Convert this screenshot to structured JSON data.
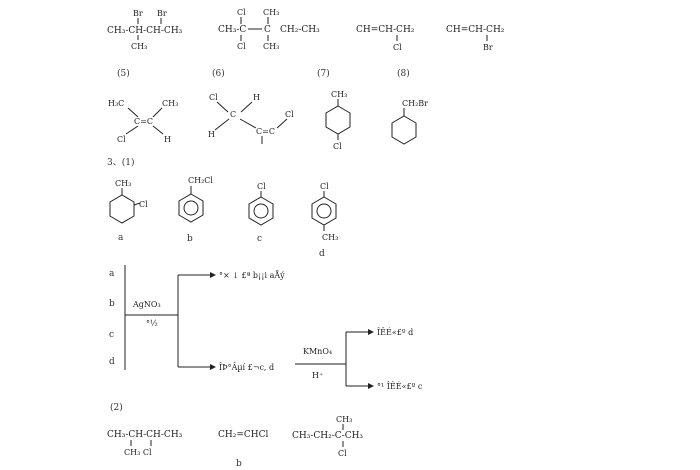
{
  "row1": {
    "s5": {
      "br1": "Br",
      "br2": "Br",
      "main": "CH₃-CH-CH-CH₃",
      "ch3": "CH₃"
    },
    "s6": {
      "cl_top": "Cl",
      "ch3_top": "CH₃",
      "left": "CH₃-C",
      "mid": "C",
      "right": "CH₂-CH₃",
      "cl_bot": "Cl",
      "ch3_bot": "CH₃"
    },
    "s7": {
      "main": "CH=CH-CH₂",
      "cl": "Cl"
    },
    "s8": {
      "main": "CH=CH-CH₂",
      "br": "Br"
    }
  },
  "labels_row1": [
    "(5)",
    "(6)",
    "(7)",
    "(8)"
  ],
  "row2": {
    "a": {
      "h3c": "H₃C",
      "ch3": "CH₃",
      "c": "C=C",
      "cl": "Cl",
      "h": "H"
    },
    "b": {
      "cl1": "Cl",
      "h1": "H",
      "h2": "H",
      "cl2": "Cl",
      "c": "C",
      "cc": "C=C"
    },
    "c": {
      "ch3": "CH₃",
      "cl": "Cl"
    },
    "d": {
      "ch2br": "CH₂Br"
    }
  },
  "section3": "3、(1)",
  "row3": {
    "a": {
      "ch3": "CH₃",
      "cl": "Cl",
      "label": "a"
    },
    "b": {
      "ch2cl": "CH₂Cl",
      "label": "b"
    },
    "c": {
      "cl": "Cl",
      "label": "c"
    },
    "d": {
      "cl": "Cl",
      "ch3": "CH₃",
      "label": "d"
    }
  },
  "scheme": {
    "letters": [
      "a",
      "b",
      "c",
      "d"
    ],
    "reagent": "AgNO₃",
    "reagent_sub": "°½",
    "top_product": "°× ↓ £ª b¡¡i  aÅý",
    "bottom_product": "ÎÞ°Âµí £¬c, d",
    "kmno4": "KMnO₄",
    "hplus": "H⁺",
    "out1": "ÎÊÉ«£º d",
    "out2": "°¹ ÎÊÉ«£º c"
  },
  "section2": "(2)",
  "row4": {
    "a": {
      "main": "CH₃-CH-CH-CH₃",
      "sub": "CH₃ Cl"
    },
    "b": {
      "main": "CH₂=CHCl",
      "label": "b"
    },
    "c": {
      "ch3": "CH₃",
      "left": "CH₃-CH₂-C-CH₃",
      "cl": "Cl"
    }
  }
}
